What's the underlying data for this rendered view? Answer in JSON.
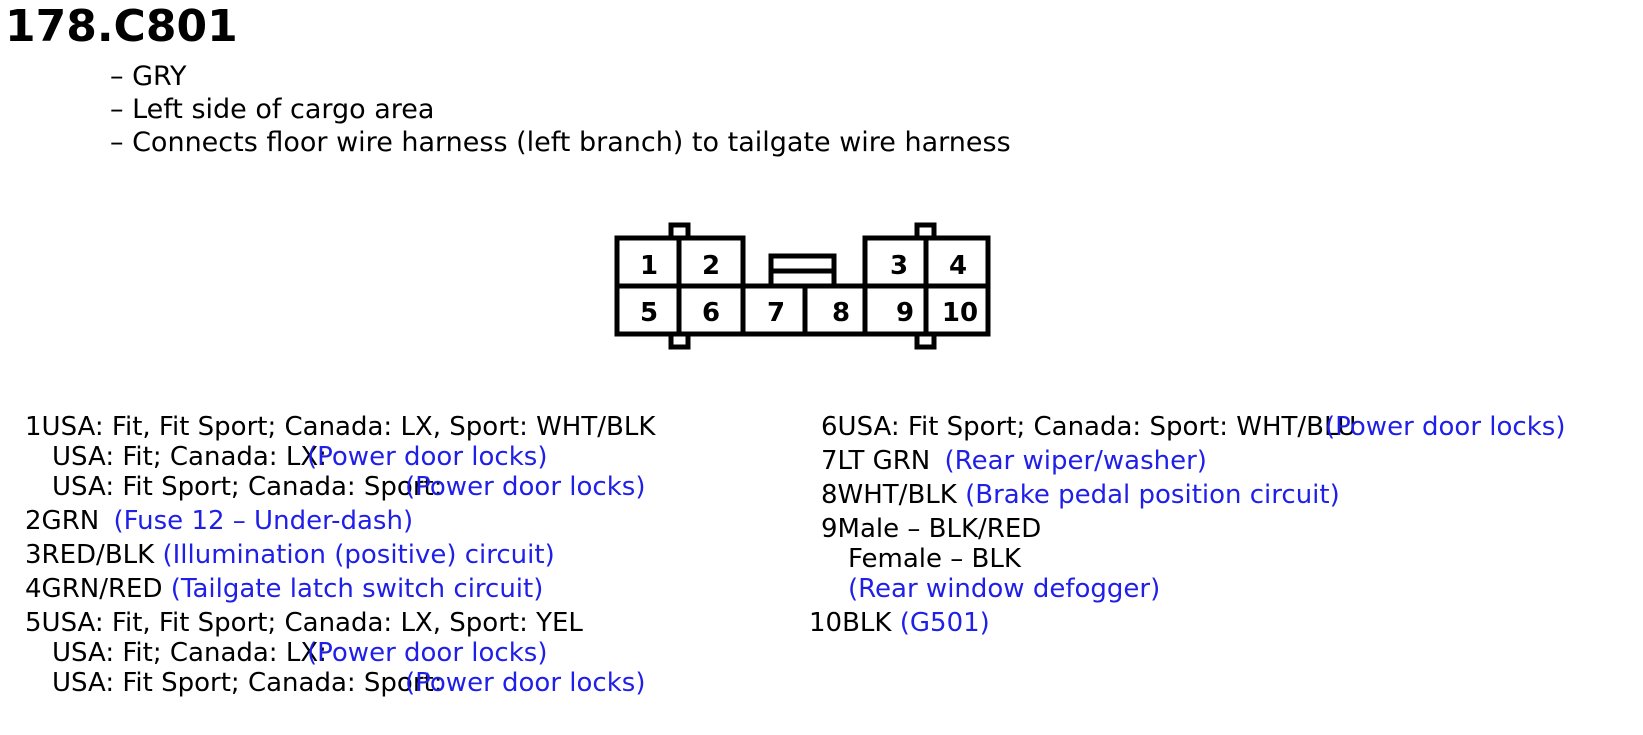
{
  "title": "178.C801",
  "description": [
    "– GRY",
    "– Left side of cargo area",
    "– Connects floor wire harness (left branch) to tailgate wire harness"
  ],
  "pin_numbers": [
    "1",
    "2",
    "3",
    "4",
    "5",
    "6",
    "7",
    "8",
    "9",
    "10"
  ],
  "pins_left": [
    {
      "text": "1USA: Fit, Fit Sport; Canada: LX, Sport: WHT/BLK",
      "note": ""
    },
    {
      "text": "USA: Fit; Canada: LX:",
      "note": "(Power door locks)"
    },
    {
      "text": "USA: Fit Sport; Canada: Sport:",
      "note": "(Power door locks)"
    },
    {
      "text": "2GRN",
      "note": "(Fuse 12 – Under-dash)"
    },
    {
      "text": "3RED/BLK",
      "note": "(Illumination (positive) circuit)"
    },
    {
      "text": "4GRN/RED",
      "note": "(Tailgate latch switch circuit)"
    },
    {
      "text": "5USA: Fit, Fit Sport; Canada: LX, Sport: YEL",
      "note": ""
    },
    {
      "text": "USA: Fit; Canada: LX:",
      "note": "(Power door locks)"
    },
    {
      "text": "USA: Fit Sport; Canada: Sport:",
      "note": "(Power door locks)"
    }
  ],
  "pins_right": [
    {
      "text": "6USA: Fit Sport; Canada: Sport: WHT/BLU",
      "note": "(Power door locks)"
    },
    {
      "text": "7LT GRN",
      "note": "(Rear wiper/washer)"
    },
    {
      "text": "8WHT/BLK",
      "note": "(Brake pedal position circuit)"
    },
    {
      "text": "9Male – BLK/RED",
      "note": ""
    },
    {
      "text": "Female – BLK",
      "note": ""
    },
    {
      "text": "",
      "note": "(Rear window defogger)"
    },
    {
      "text": "10BLK",
      "note": "(G501)"
    }
  ],
  "colors": {
    "note": "#1f1fe8",
    "text": "#000000"
  }
}
